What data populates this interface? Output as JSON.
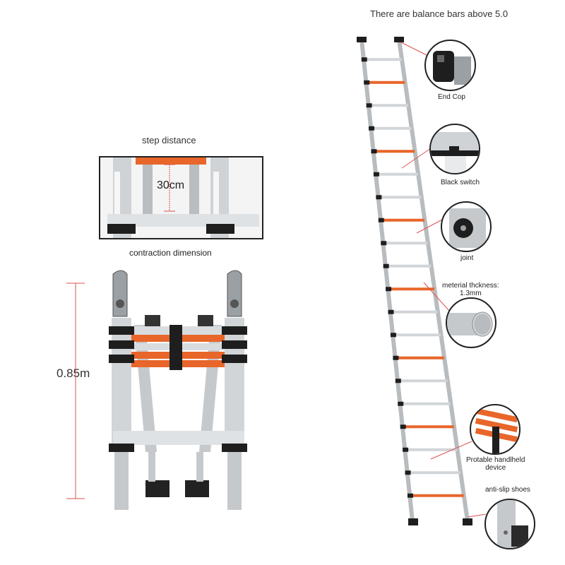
{
  "balance_note": "There are balance bars above 5.0",
  "step_distance_title": "step distance",
  "step_distance_value": "30cm",
  "contraction_title": "contraction  dimension",
  "contraction_height": "0.85m",
  "callouts": {
    "end_cap": "End Cop",
    "switch": "Black switch",
    "joint": "joint",
    "thickness_line1": "meterial thckness:",
    "thickness_line2": "1.3mm",
    "handheld_line1": "Protable handlheld",
    "handheld_line2": "device",
    "shoes": "anti-slip shoes"
  },
  "colors": {
    "orange": "#e8662a",
    "aluminum": "#cfd3d6",
    "black": "#1e1e1e",
    "red_line": "#d9534f"
  }
}
